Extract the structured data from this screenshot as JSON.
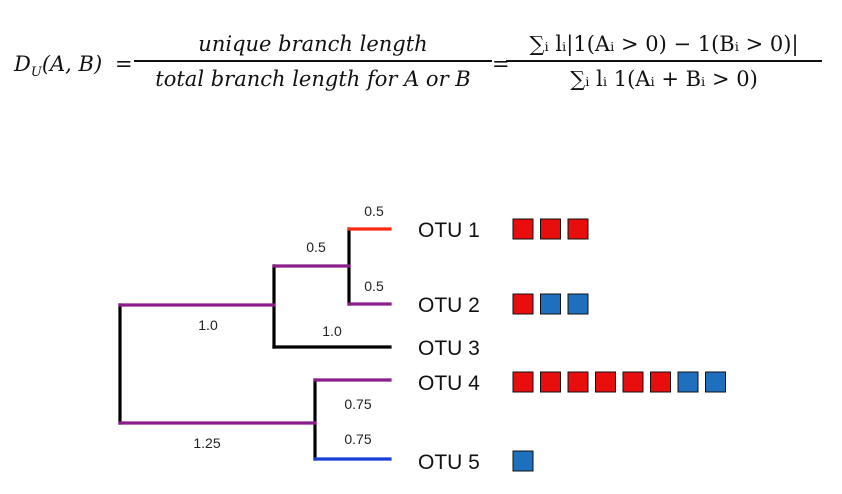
{
  "formula": {
    "lhs_symbol": "D",
    "lhs_sub": "U",
    "lhs_args": "(A, B) ",
    "eq": "=",
    "frac1_num": "unique branch length",
    "frac1_den": "total branch length for A or B",
    "frac2_num": "∑ᵢ lᵢ|1(Aᵢ > 0) − 1(Bᵢ > 0)|",
    "frac2_den": "∑ᵢ lᵢ 1(Aᵢ + Bᵢ > 0)"
  },
  "colors": {
    "shared": "#8b1e8b",
    "unshared_a": "#ff2a12",
    "unshared_b": "#1a3fd6",
    "neither": "#000000",
    "sample_a": "#e80e0e",
    "sample_b": "#1f6fbf"
  },
  "tree": {
    "branches": [
      {
        "id": "root-top",
        "length_label": "1.0",
        "status": "shared"
      },
      {
        "id": "inner-top",
        "length_label": "0.5",
        "status": "shared"
      },
      {
        "id": "otu1",
        "length_label": "0.5",
        "status": "unshared_a"
      },
      {
        "id": "otu2",
        "length_label": "0.5",
        "status": "shared"
      },
      {
        "id": "otu3",
        "length_label": "1.0",
        "status": "neither"
      },
      {
        "id": "root-bottom",
        "length_label": "1.25",
        "status": "shared"
      },
      {
        "id": "otu4",
        "length_label": "0.75",
        "status": "shared"
      },
      {
        "id": "otu5",
        "length_label": "0.75",
        "status": "unshared_b"
      }
    ],
    "otus": [
      {
        "label": "OTU 1",
        "samples": [
          "A",
          "A",
          "A"
        ]
      },
      {
        "label": "OTU 2",
        "samples": [
          "A",
          "B",
          "B"
        ]
      },
      {
        "label": "OTU 3",
        "samples": []
      },
      {
        "label": "OTU 4",
        "samples": [
          "A",
          "A",
          "A",
          "A",
          "A",
          "A",
          "B",
          "B"
        ]
      },
      {
        "label": "OTU 5",
        "samples": [
          "B"
        ]
      }
    ]
  }
}
